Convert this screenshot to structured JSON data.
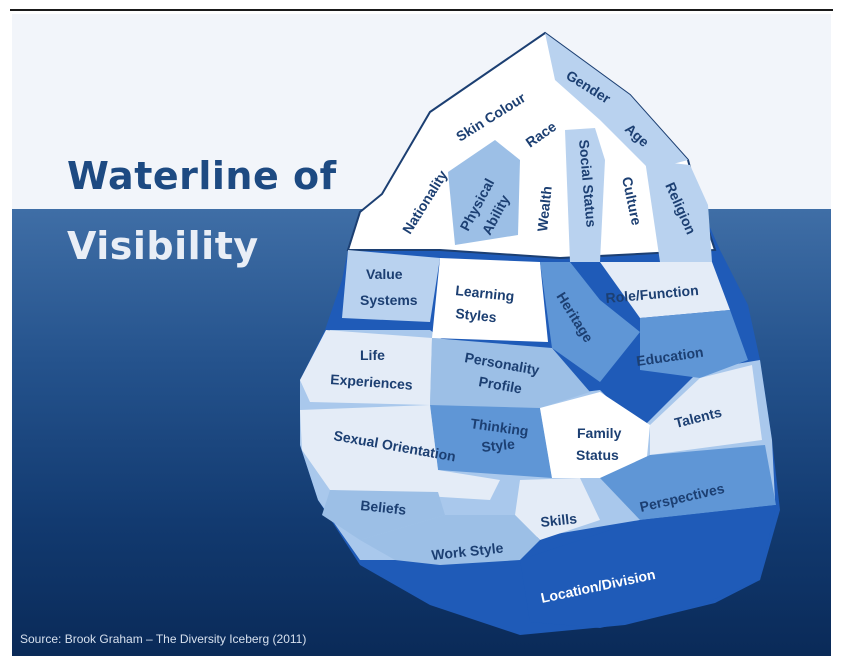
{
  "title": {
    "line1": "Waterline of",
    "line2": "Visibility"
  },
  "source": "Source: Brook Graham – The Diversity Iceberg (2011)",
  "colors": {
    "sky": "#f2f5fa",
    "water_top": "#3f6ea6",
    "water_bottom": "#0a2a58",
    "title_dark": "#1d4a82",
    "title_light": "#e9eef6",
    "ice_white": "#ffffff",
    "ice_light": "#e4ecf7",
    "ice_mid": "#9cbfe6",
    "ice_blue": "#5f96d6",
    "ice_deep": "#1f5bb8",
    "label_text": "#1c3f72"
  },
  "labels": {
    "gender": "Gender",
    "skin_colour": "Skin Colour",
    "age": "Age",
    "race": "Race",
    "nationality": "Nationality",
    "physical_ability_1": "Physical",
    "physical_ability_2": "Ability",
    "wealth": "Wealth",
    "social_status": "Social Status",
    "culture": "Culture",
    "religion": "Religion",
    "value_systems_1": "Value",
    "value_systems_2": "Systems",
    "learning_styles_1": "Learning",
    "learning_styles_2": "Styles",
    "heritage": "Heritage",
    "role_function": "Role/Function",
    "life_experiences_1": "Life",
    "life_experiences_2": "Experiences",
    "personality_profile_1": "Personality",
    "personality_profile_2": "Profile",
    "education": "Education",
    "thinking_style_1": "Thinking",
    "thinking_style_2": "Style",
    "family_status_1": "Family",
    "family_status_2": "Status",
    "talents": "Talents",
    "sexual_orientation": "Sexual Orientation",
    "beliefs": "Beliefs",
    "skills": "Skills",
    "perspectives": "Perspectives",
    "work_style": "Work Style",
    "location_division": "Location/Division"
  }
}
